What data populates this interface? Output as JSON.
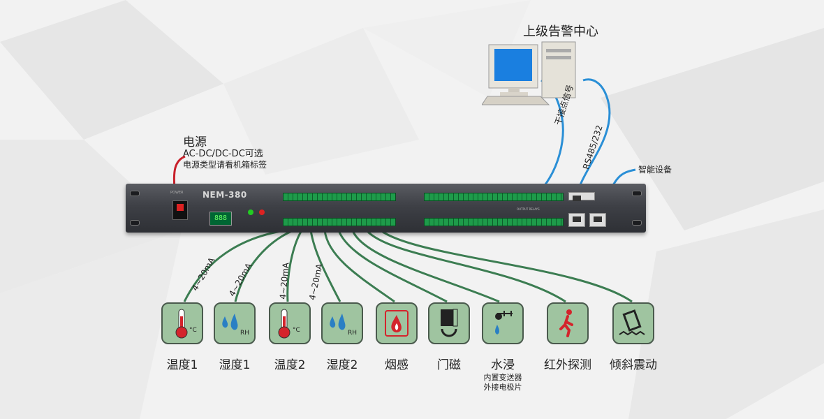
{
  "top_center": {
    "title": "上级告警中心"
  },
  "power": {
    "title": "电源",
    "line1": "AC-DC/DC-DC可选",
    "line2": "电源类型请看机箱标签"
  },
  "device": {
    "model": "NEM-380",
    "power_label": "POWER",
    "output_label": "OUTPUT RELAYS"
  },
  "connections": {
    "dry_contact": "干接点信号",
    "rs485": "RS485/232",
    "smart_device": "智能设备",
    "analog": [
      "4~20mA",
      "4~20mA",
      "4~20mA",
      "4~20mA"
    ]
  },
  "sensors": [
    {
      "label": "温度1",
      "icon": "thermometer-icon"
    },
    {
      "label": "湿度1",
      "icon": "humidity-icon"
    },
    {
      "label": "温度2",
      "icon": "thermometer-icon"
    },
    {
      "label": "湿度2",
      "icon": "humidity-icon"
    },
    {
      "label": "烟感",
      "icon": "smoke-fire-icon"
    },
    {
      "label": "门磁",
      "icon": "door-magnet-icon"
    },
    {
      "label": "水浸",
      "icon": "water-leak-icon"
    },
    {
      "label": "红外探测",
      "icon": "infrared-person-icon"
    },
    {
      "label": "倾斜震动",
      "icon": "tilt-vibration-icon"
    }
  ],
  "water_note": {
    "line1": "内置变送器",
    "line2": "外接电极片"
  },
  "colors": {
    "sensor_wire": "#3c7d52",
    "blue_wire": "#2a8fd6",
    "red_wire": "#c8202a",
    "icon_bg": "#9fc4a0",
    "icon_red": "#d4242c",
    "icon_blue": "#2a7fc4"
  }
}
